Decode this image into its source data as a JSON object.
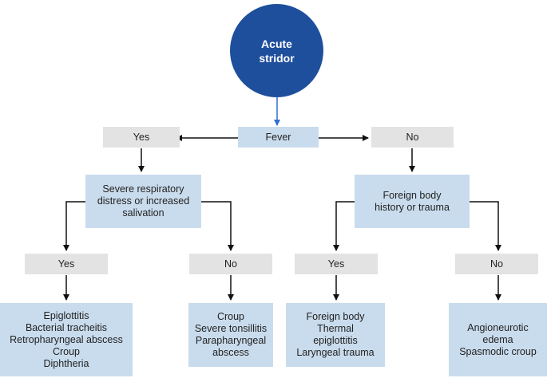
{
  "start": {
    "line1": "Acute",
    "line2": "stridor"
  },
  "fever": "Fever",
  "yes": "Yes",
  "no": "No",
  "left_question": [
    "Severe respiratory",
    "distress or increased",
    "salivation"
  ],
  "right_question": [
    "Foreign body",
    "history or trauma"
  ],
  "branch_labels": {
    "ll": "Yes",
    "lr": "No",
    "rl": "Yes",
    "rr": "No"
  },
  "outcomes": {
    "ll": [
      "Epiglottitis",
      "Bacterial tracheitis",
      "Retropharyngeal abscess",
      "Croup",
      "Diphtheria"
    ],
    "lr": [
      "Croup",
      "Severe tonsillitis",
      "Parapharyngeal",
      "abscess"
    ],
    "rl": [
      "Foreign body",
      "Thermal",
      "epiglottitis",
      "Laryngeal trauma"
    ],
    "rr": [
      "Angioneurotic",
      "edema",
      "Spasmodic croup"
    ]
  },
  "colors": {
    "circle": "#1e4f9c",
    "blue_box": "#c9dced",
    "gray_box": "#e3e3e3",
    "start_arrow": "#2f6fd1"
  }
}
